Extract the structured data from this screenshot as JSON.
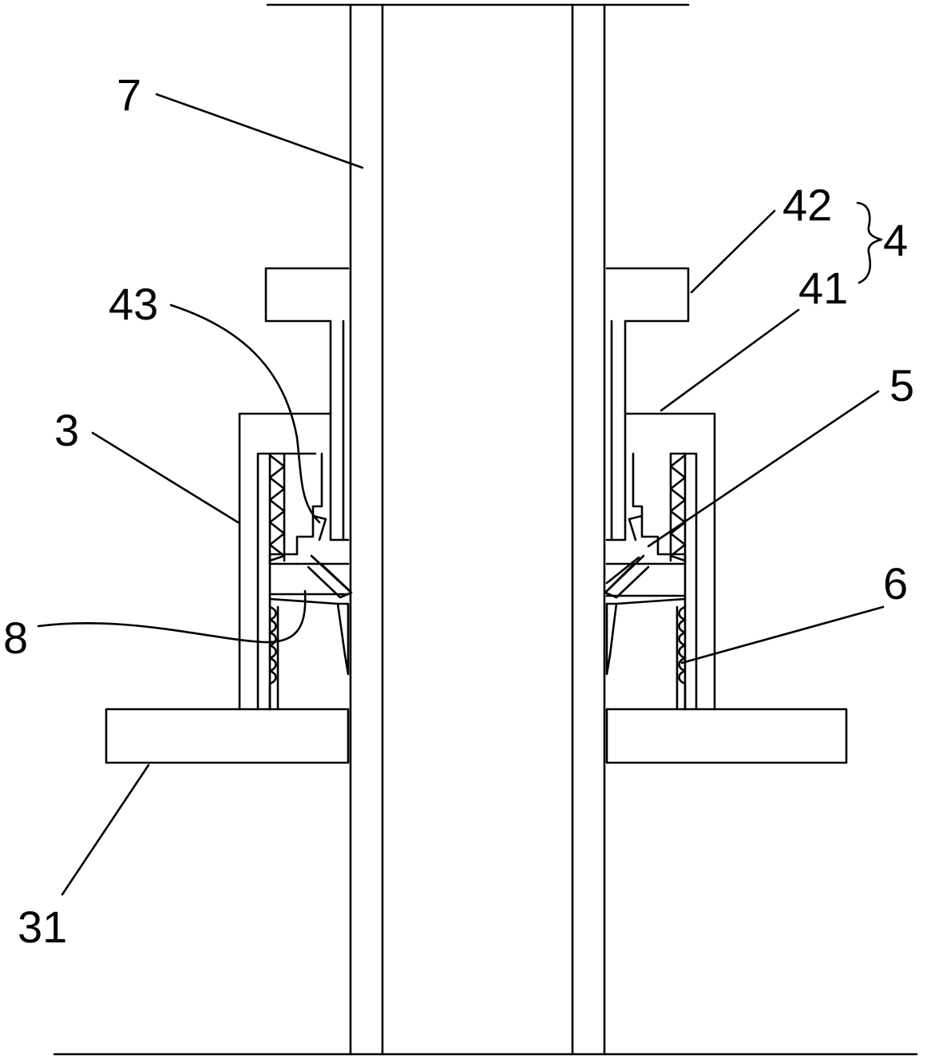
{
  "labels": {
    "l7": "7",
    "l42": "42",
    "l4": "4",
    "l41": "41",
    "l43": "43",
    "l5": "5",
    "l3": "3",
    "l6": "6",
    "l8": "8",
    "l31": "31"
  },
  "colors": {
    "line": "#000000",
    "background": "#ffffff"
  }
}
